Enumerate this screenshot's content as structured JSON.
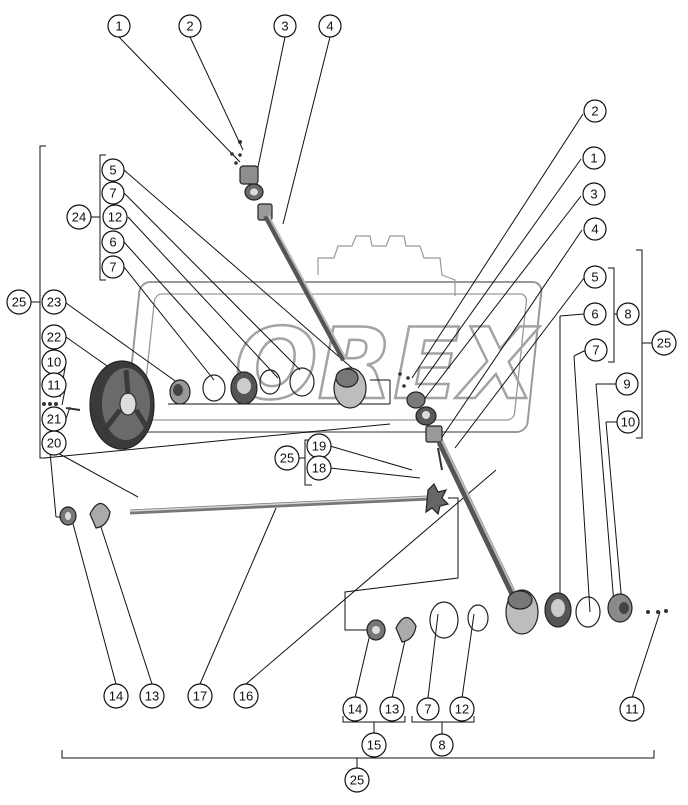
{
  "watermark": {
    "logo_text": "OREX"
  },
  "callouts": [
    {
      "id": "c1",
      "label": "1"
    },
    {
      "id": "c2",
      "label": "2"
    },
    {
      "id": "c3",
      "label": "3"
    },
    {
      "id": "c4",
      "label": "4"
    },
    {
      "id": "c2r",
      "label": "2"
    },
    {
      "id": "c1r",
      "label": "1"
    },
    {
      "id": "c3r",
      "label": "3"
    },
    {
      "id": "c4r",
      "label": "4"
    },
    {
      "id": "c5r",
      "label": "5"
    },
    {
      "id": "c6r",
      "label": "6"
    },
    {
      "id": "c8r",
      "label": "8"
    },
    {
      "id": "c25r",
      "label": "25"
    },
    {
      "id": "c7r",
      "label": "7"
    },
    {
      "id": "c9r",
      "label": "9"
    },
    {
      "id": "c10r",
      "label": "10"
    },
    {
      "id": "c5l",
      "label": "5"
    },
    {
      "id": "c7l",
      "label": "7"
    },
    {
      "id": "c24",
      "label": "24"
    },
    {
      "id": "c12l",
      "label": "12"
    },
    {
      "id": "c6l",
      "label": "6"
    },
    {
      "id": "c7l2",
      "label": "7"
    },
    {
      "id": "c25l",
      "label": "25"
    },
    {
      "id": "c23",
      "label": "23"
    },
    {
      "id": "c22",
      "label": "22"
    },
    {
      "id": "c10l",
      "label": "10"
    },
    {
      "id": "c11l",
      "label": "11"
    },
    {
      "id": "c21",
      "label": "21"
    },
    {
      "id": "c20",
      "label": "20"
    },
    {
      "id": "c19",
      "label": "19"
    },
    {
      "id": "c25m",
      "label": "25"
    },
    {
      "id": "c18",
      "label": "18"
    },
    {
      "id": "c14l",
      "label": "14"
    },
    {
      "id": "c13l",
      "label": "13"
    },
    {
      "id": "c17",
      "label": "17"
    },
    {
      "id": "c16",
      "label": "16"
    },
    {
      "id": "c14b",
      "label": "14"
    },
    {
      "id": "c13b",
      "label": "13"
    },
    {
      "id": "c7b",
      "label": "7"
    },
    {
      "id": "c12b",
      "label": "12"
    },
    {
      "id": "c11b",
      "label": "11"
    },
    {
      "id": "c15b",
      "label": "15"
    },
    {
      "id": "c8b",
      "label": "8"
    },
    {
      "id": "c25b",
      "label": "25"
    }
  ]
}
